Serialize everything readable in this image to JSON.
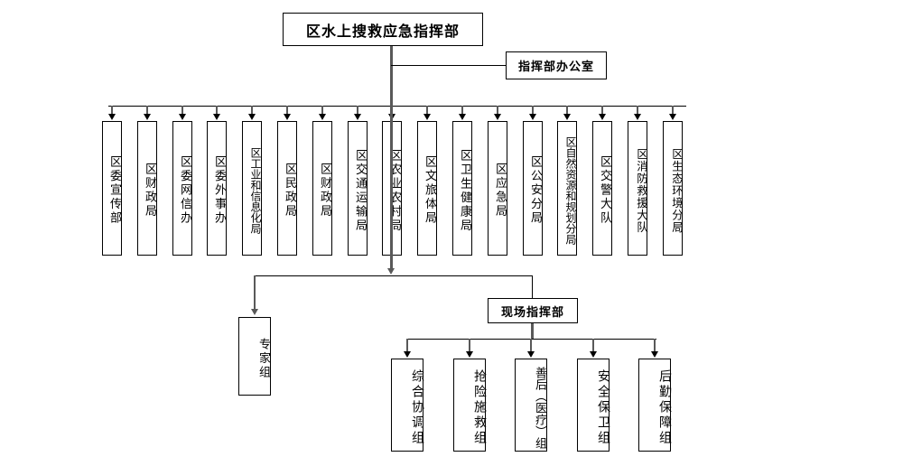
{
  "diagram": {
    "title_box": {
      "label": "区水上搜救应急指挥部"
    },
    "office_box": {
      "label": "指挥部办公室"
    },
    "member_units": [
      {
        "label": "区委宣传部"
      },
      {
        "label": "区财政局"
      },
      {
        "label": "区委网信办"
      },
      {
        "label": "区委外事办"
      },
      {
        "label": "区工业和信息化局"
      },
      {
        "label": "区民政局"
      },
      {
        "label": "区财政局"
      },
      {
        "label": "区交通运输局"
      },
      {
        "label": "区农业农村局"
      },
      {
        "label": "区文旅体局"
      },
      {
        "label": "区卫生健康局"
      },
      {
        "label": "区应急局"
      },
      {
        "label": "区公安分局"
      },
      {
        "label": "区自然资源和规划分局"
      },
      {
        "label": "区交警大队"
      },
      {
        "label": "区消防救援大队"
      },
      {
        "label": "区生态环境分局"
      }
    ],
    "expert_box": {
      "label": "专家组"
    },
    "onsite_box": {
      "label": "现场指挥部"
    },
    "work_groups": [
      {
        "label": "综合协调组"
      },
      {
        "label": "抢险施救组"
      },
      {
        "label": "善后（医疗）组"
      },
      {
        "label": "安全保卫组"
      },
      {
        "label": "后勤保障组"
      }
    ],
    "colors": {
      "line": "#000000",
      "trunk": "#595959",
      "box_border": "#000000",
      "background": "#ffffff"
    }
  }
}
